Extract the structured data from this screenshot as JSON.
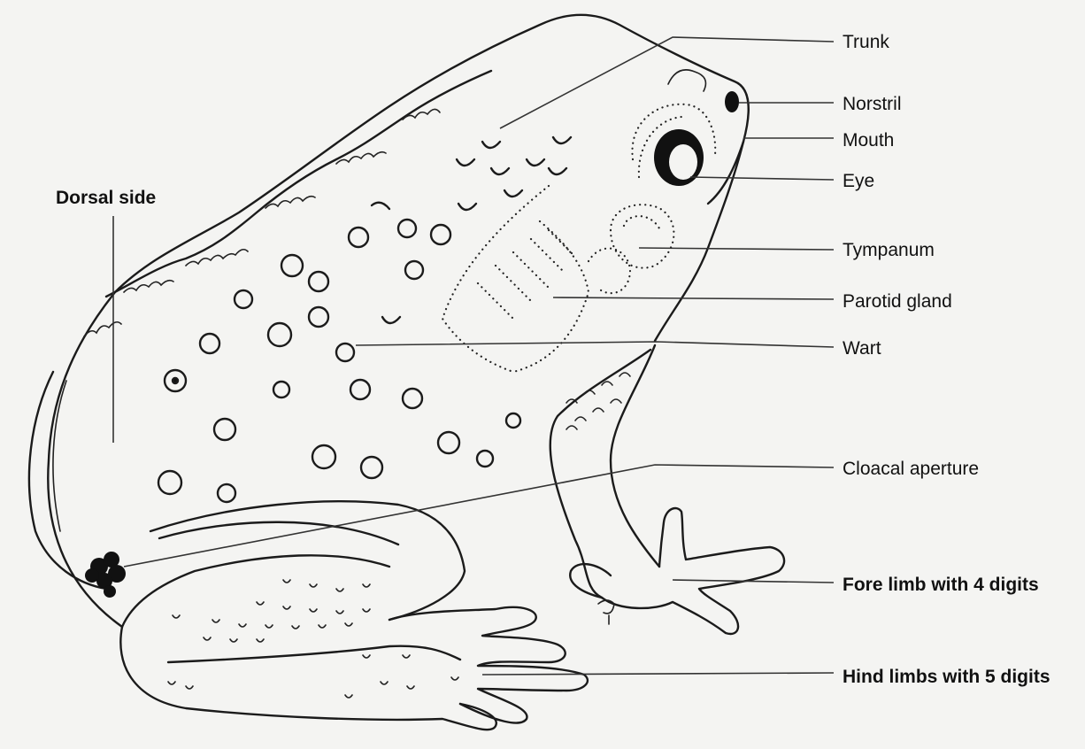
{
  "labels": {
    "trunk": "Trunk",
    "nostril": "Norstril",
    "mouth": "Mouth",
    "eye": "Eye",
    "tympanum": "Tympanum",
    "parotid_gland": "Parotid gland",
    "wart": "Wart",
    "cloacal_aperture": "Cloacal aperture",
    "fore_limb": "Fore limb with 4 digits",
    "hind_limbs": "Hind limbs with 5 digits",
    "dorsal_side": "Dorsal side"
  }
}
